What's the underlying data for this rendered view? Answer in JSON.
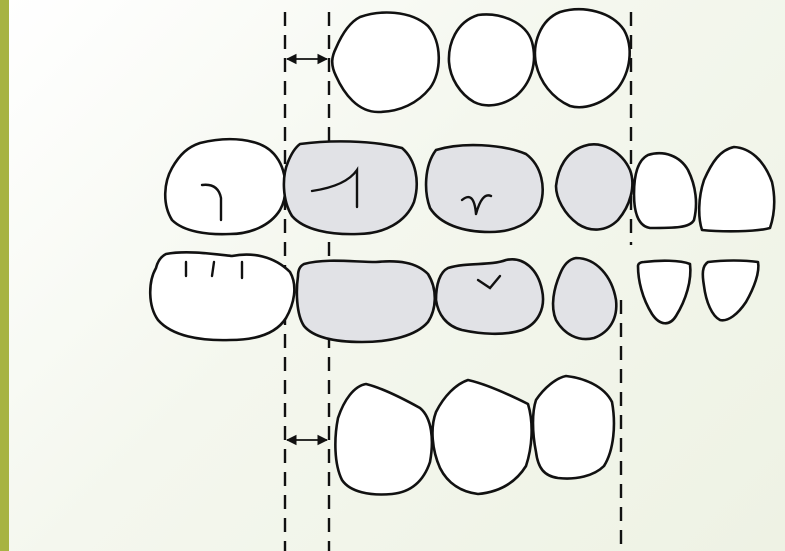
{
  "diagram": {
    "colors": {
      "background": "#f4f7ee",
      "left_bar": "#a7b342",
      "outline": "#111111",
      "tooth_white": "#ffffff",
      "tooth_highlight": "#e1e2e6"
    },
    "rows": [
      {
        "id": "top-crowns",
        "count": 3,
        "highlighted": 0
      },
      {
        "id": "upper-occlusal",
        "count": 6,
        "highlighted": 3
      },
      {
        "id": "lower-occlusal",
        "count": 6,
        "highlighted": 3
      },
      {
        "id": "bottom-crowns",
        "count": 3,
        "highlighted": 0
      }
    ],
    "guide_lines": 4,
    "space_arrows": 2
  }
}
